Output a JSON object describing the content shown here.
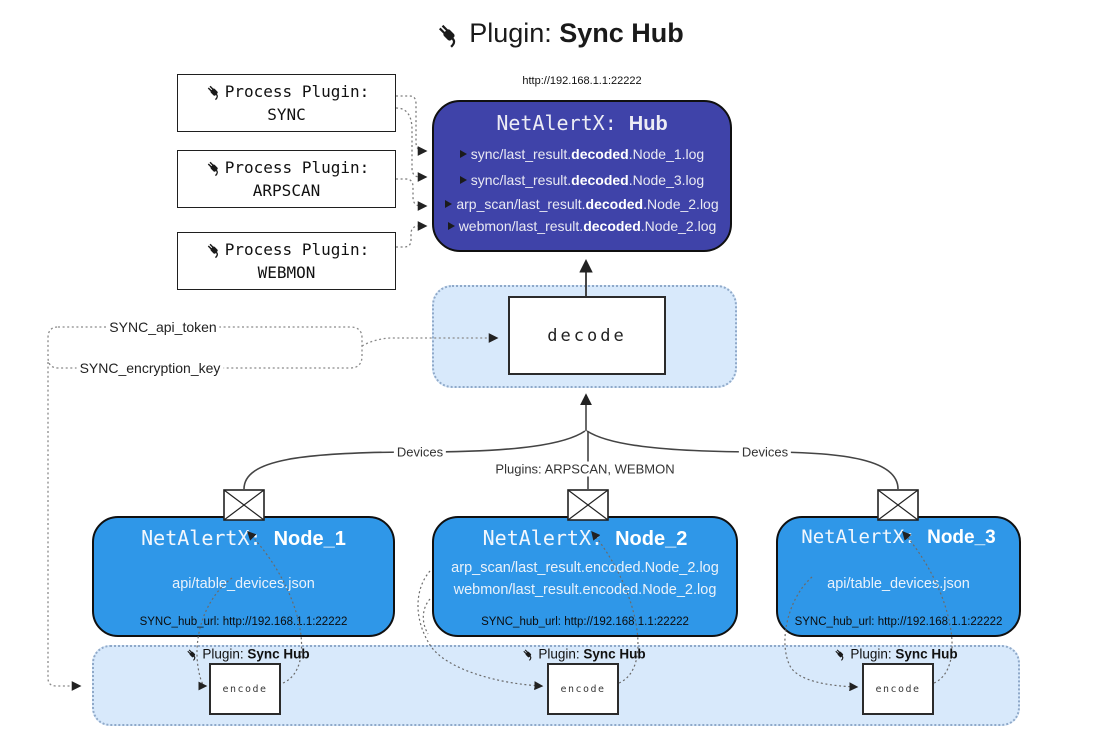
{
  "title": {
    "prefix": "Plugin: ",
    "bold": "Sync Hub"
  },
  "hub": {
    "url": "http://192.168.1.1:22222",
    "title_prefix": "NetAlertX: ",
    "title_bold": "Hub",
    "logs": [
      {
        "pre": "sync/last_result.",
        "bold": "decoded",
        "post": ".Node_1.log"
      },
      {
        "pre": "sync/last_result.",
        "bold": "decoded",
        "post": ".Node_3.log"
      },
      {
        "pre": "arp_scan/last_result.",
        "bold": "decoded",
        "post": ".Node_2.log"
      },
      {
        "pre": "webmon/last_result.",
        "bold": "decoded",
        "post": ".Node_2.log"
      }
    ]
  },
  "process_plugins": [
    {
      "label": "Process Plugin:",
      "name": "SYNC"
    },
    {
      "label": "Process Plugin:",
      "name": "ARPSCAN"
    },
    {
      "label": "Process Plugin:",
      "name": "WEBMON"
    }
  ],
  "decode": {
    "label": "decode"
  },
  "secrets": {
    "api_token": "SYNC_api_token",
    "encryption_key": "SYNC_encryption_key"
  },
  "edge_labels": {
    "devices_left": "Devices",
    "plugins_mid": "Plugins: ARPSCAN, WEBMON",
    "devices_right": "Devices"
  },
  "nodes": [
    {
      "title_prefix": "NetAlertX: ",
      "title_bold": "Node_1",
      "lines": [
        "api/table_devices.json"
      ],
      "hub_url": "SYNC_hub_url: http://192.168.1.1:22222"
    },
    {
      "title_prefix": "NetAlertX: ",
      "title_bold": "Node_2",
      "lines": [
        "arp_scan/last_result.encoded.Node_2.log",
        "webmon/last_result.encoded.Node_2.log"
      ],
      "hub_url": "SYNC_hub_url: http://192.168.1.1:22222"
    },
    {
      "title_prefix": "NetAlertX: ",
      "title_bold": "Node_3",
      "lines": [
        "api/table_devices.json"
      ],
      "hub_url": "SYNC_hub_url: http://192.168.1.1:22222"
    }
  ],
  "encode_plugins": [
    {
      "label_prefix": "Plugin: ",
      "label_bold": "Sync Hub",
      "box_label": "encode"
    },
    {
      "label_prefix": "Plugin: ",
      "label_bold": "Sync Hub",
      "box_label": "encode"
    },
    {
      "label_prefix": "Plugin: ",
      "label_bold": "Sync Hub",
      "box_label": "encode"
    }
  ],
  "icons": {
    "plug": "plug-icon",
    "envelope": "envelope-icon",
    "log_arrow": "arrow-right-icon"
  },
  "colors": {
    "hub_fill": "#3F43A9",
    "node_fill": "#2F97E8",
    "panel_fill": "#D8E9FB",
    "panel_border": "#8FA9C9",
    "border_dark": "#101010",
    "text_light": "#ECECF5"
  }
}
